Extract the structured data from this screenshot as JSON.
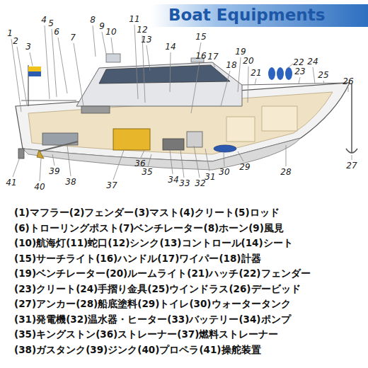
{
  "diagram": {
    "title": "Boat Equipments",
    "labels": [
      "1",
      "2",
      "3",
      "4",
      "5",
      "6",
      "7",
      "8",
      "9",
      "10",
      "11",
      "12",
      "13",
      "14",
      "15",
      "16",
      "17",
      "18",
      "19",
      "20",
      "21",
      "22",
      "23",
      "24",
      "25",
      "26",
      "27",
      "28",
      "29",
      "30",
      "31",
      "32",
      "33",
      "34",
      "35",
      "36",
      "37",
      "38",
      "39",
      "40",
      "41",
      "(1)マフラー(2)フェンダー(3)マスト(4)クリート(5)ロッド",
      "(6)トローリングポスト(7)ベンチレーター(8)ホーン(9)風見",
      "(10)航海灯(11)蛇口(12)シンク(13)コントロール(14)シート",
      "(15)サーチライト(16)ハンドル(17)ワイパー(18)計器",
      "(19)ベンチレーター(20)ルームライト(21)ハッチ(22)フェンダー",
      "(23)クリート(24)手摺り金具(25)ウインドラス(26)デービッド",
      "(27)アンカー(28)船底塗料(29)トイレ(30)ウォータータンク",
      "(31)発電機(32)温水器・ヒーター(33)バッテリー(34)ポンプ",
      "(35)キングストン(36)ストレーナー(37)燃料ストレーナー",
      "(38)ガスタンク(39)ジンク(40)プロペラ(41)操舵装置"
    ]
  }
}
